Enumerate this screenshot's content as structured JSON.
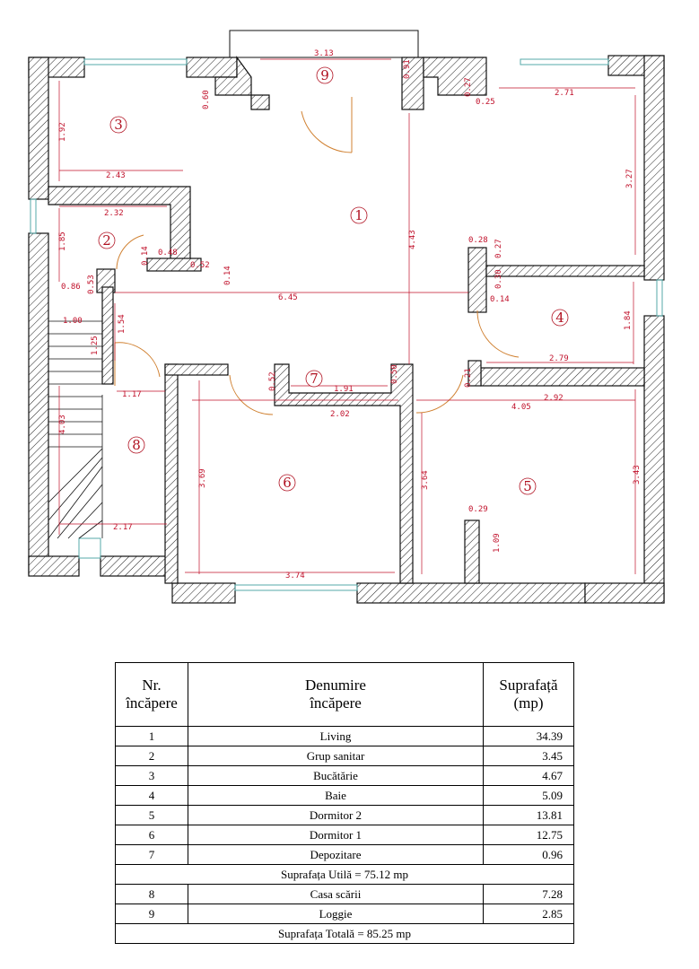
{
  "plan": {
    "rooms": [
      {
        "n": "1"
      },
      {
        "n": "2"
      },
      {
        "n": "3"
      },
      {
        "n": "4"
      },
      {
        "n": "5"
      },
      {
        "n": "6"
      },
      {
        "n": "7"
      },
      {
        "n": "8"
      },
      {
        "n": "9"
      }
    ],
    "dims": [
      "3.13",
      "0.91",
      "0.60",
      "0.27",
      "0.25",
      "2.71",
      "1.92",
      "2.43",
      "3.27",
      "2.32",
      "4.43",
      "1.85",
      "0.14",
      "0.48",
      "0.52",
      "0.14",
      "0.28",
      "0.27",
      "0.86",
      "0.53",
      "0.30",
      "0.14",
      "6.45",
      "1.00",
      "1.54",
      "1.84",
      "1.25",
      "2.79",
      "0.52",
      "1.91",
      "0.50",
      "0.21",
      "1.17",
      "2.02",
      "4.05",
      "2.92",
      "4.03",
      "3.69",
      "3.64",
      "3.43",
      "0.29",
      "1.09",
      "2.17",
      "3.74"
    ]
  },
  "table": {
    "headers": {
      "nr": "Nr.",
      "nr2": "încăpere",
      "name": "Denumire",
      "name2": "încăpere",
      "area": "Suprafață",
      "area2": "(mp)"
    },
    "rows": [
      {
        "nr": "1",
        "name": "Living",
        "area": "34.39"
      },
      {
        "nr": "2",
        "name": "Grup sanitar",
        "area": "3.45"
      },
      {
        "nr": "3",
        "name": "Bucătărie",
        "area": "4.67"
      },
      {
        "nr": "4",
        "name": "Baie",
        "area": "5.09"
      },
      {
        "nr": "5",
        "name": "Dormitor 2",
        "area": "13.81"
      },
      {
        "nr": "6",
        "name": "Dormitor 1",
        "area": "12.75"
      },
      {
        "nr": "7",
        "name": "Depozitare",
        "area": "0.96"
      }
    ],
    "subtotal": "Suprafața Utilă = 75.12 mp",
    "rows2": [
      {
        "nr": "8",
        "name": "Casa scării",
        "area": "7.28"
      },
      {
        "nr": "9",
        "name": "Loggie",
        "area": "2.85"
      }
    ],
    "total": "Suprafața Totală = 85.25 mp"
  }
}
